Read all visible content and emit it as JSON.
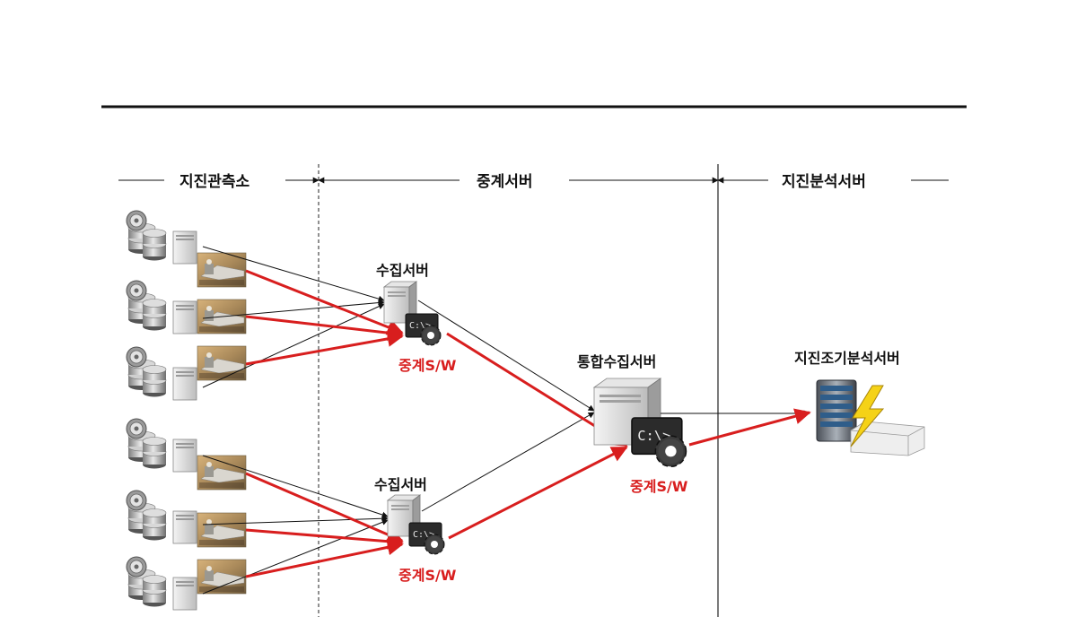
{
  "sections": {
    "observatory": "지진관측소",
    "relay": "중계서버",
    "analysis": "지진분석서버"
  },
  "nodes": {
    "collect_server_top": "수집서버",
    "collect_server_bottom": "수집서버",
    "integrated_server": "통합수집서버",
    "early_analysis_server": "지진조기분석서버"
  },
  "software": {
    "relay_sw_top": "중계S/W",
    "relay_sw_bottom": "중계S/W",
    "relay_sw_integrated": "중계S/W",
    "console_prompt": "C:\\>_"
  },
  "colors": {
    "data_flow": "#d81e1e",
    "control_flow": "#111111",
    "divider": "#222222"
  },
  "icons": [
    "database-icon",
    "sensor-photo-icon",
    "server-icon",
    "console-gear-icon",
    "lightning-icon",
    "rack-server-icon"
  ]
}
